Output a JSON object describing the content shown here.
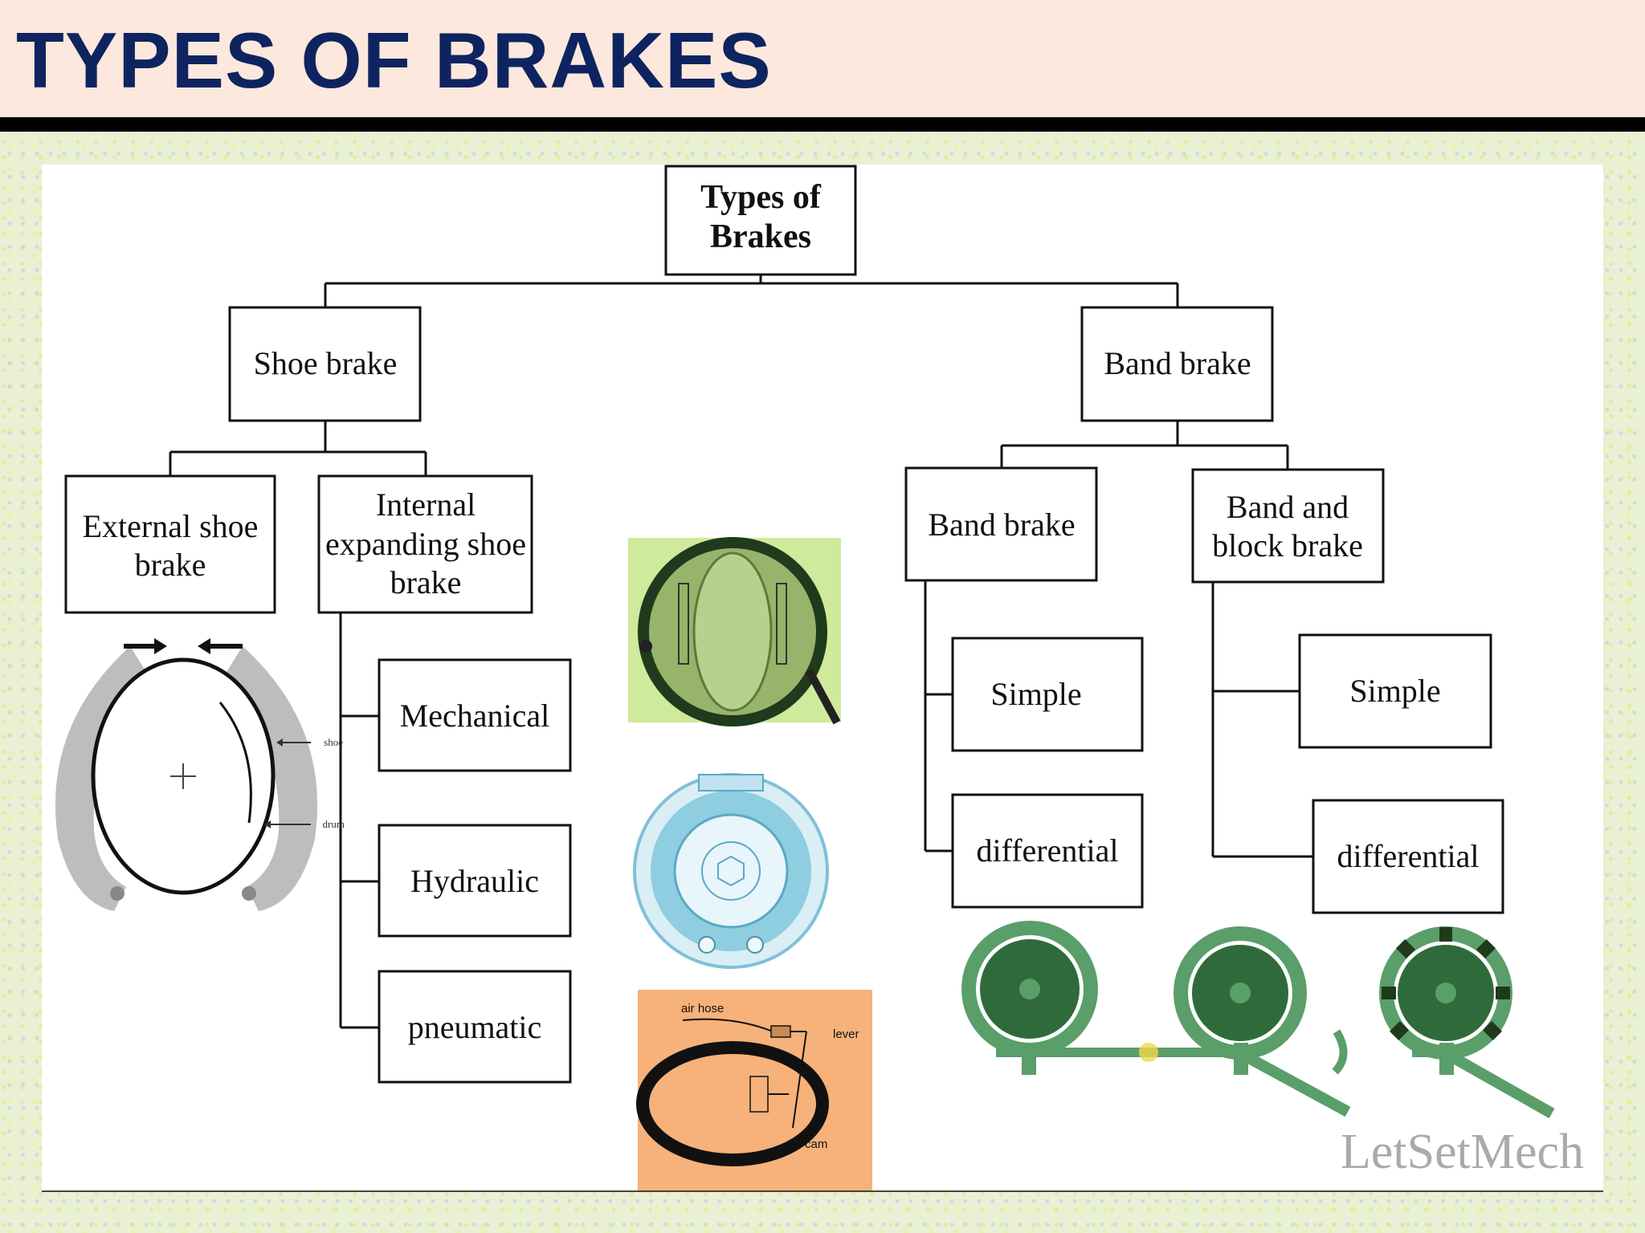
{
  "slide": {
    "title": "TYPES OF BRAKES"
  },
  "diagram": {
    "root": [
      "Types of",
      "Brakes"
    ],
    "shoe_brake": "Shoe brake",
    "band_brake": "Band brake",
    "external_shoe": [
      "External shoe",
      "brake"
    ],
    "internal_expanding": [
      "Internal",
      "expanding shoe",
      "brake"
    ],
    "mechanical": "Mechanical",
    "hydraulic": "Hydraulic",
    "pneumatic": "pneumatic",
    "band_brake_sub": "Band brake",
    "band_and_block": [
      "Band and",
      "block brake"
    ],
    "simple_1": "Simple",
    "differential_1": "differential",
    "simple_2": "Simple",
    "differential_2": "differential"
  },
  "illustrations": {
    "shoe_label": "shoe",
    "drum_label": "drum",
    "air_hose_label": "air hose",
    "lever_label": "lever",
    "cam_label": "cam"
  },
  "watermark": "LetSetMech",
  "colors": {
    "title": "#0e2460",
    "header_bg": "#fce8dc",
    "band_green": "#5a9e6a",
    "drum_green": "#2f6b3a",
    "pneumatic_bg": "#f6b27a",
    "hydraulic_blue": "#7fc0d8"
  }
}
